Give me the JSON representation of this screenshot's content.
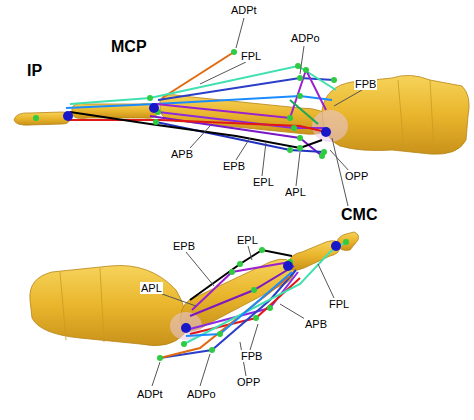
{
  "diagram": {
    "labels": [
      "IP",
      "MCP",
      "ADPt",
      "ADPo",
      "FPL",
      "FPB",
      "APB",
      "EPB",
      "EPL",
      "APL",
      "OPP",
      "CMC",
      "EPB",
      "EPL",
      "APL",
      "FPL",
      "APB",
      "FPB",
      "ADPt",
      "ADPo",
      "OPP"
    ]
  }
}
